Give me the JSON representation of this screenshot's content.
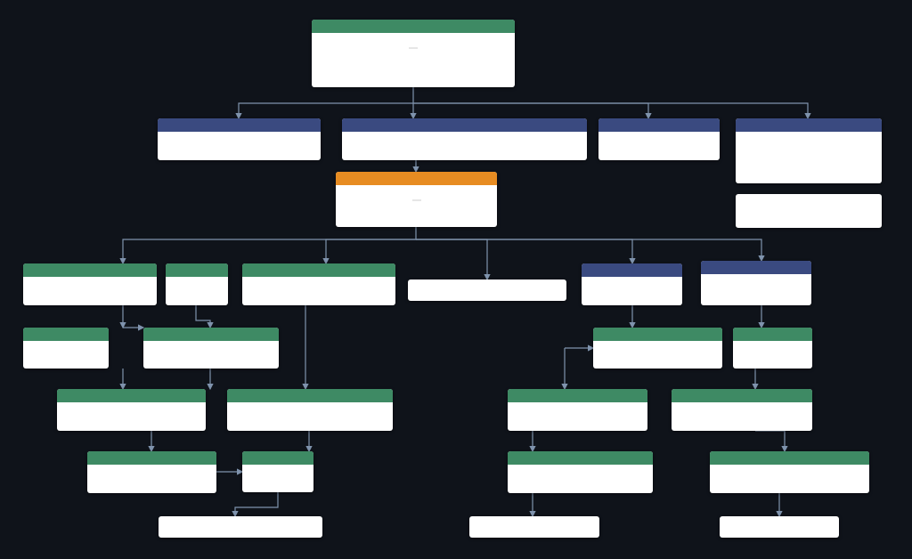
{
  "diagram": {
    "nodes": [
      {
        "id": "root",
        "style": "green",
        "header": "",
        "lines": [
          ""
        ],
        "chip": ""
      },
      {
        "id": "l1a",
        "style": "navy",
        "header": "",
        "tag": "",
        "lines": [
          ""
        ]
      },
      {
        "id": "l1b",
        "style": "navy",
        "header": "",
        "tag": "",
        "lines": [
          ""
        ]
      },
      {
        "id": "l1c",
        "style": "navy",
        "header": "",
        "lines": [
          ""
        ]
      },
      {
        "id": "l1d",
        "style": "navy",
        "header": "",
        "lines": [
          "",
          "",
          ""
        ]
      },
      {
        "id": "note1",
        "style": "plain",
        "lines": [
          "",
          ""
        ]
      },
      {
        "id": "mid",
        "style": "orange",
        "header": "",
        "lines": [
          ""
        ],
        "chip": ""
      },
      {
        "id": "l3a",
        "style": "green",
        "header": "",
        "lines": [
          ""
        ]
      },
      {
        "id": "l3b",
        "style": "green",
        "header": "",
        "lines": [
          ""
        ]
      },
      {
        "id": "l3c",
        "style": "green",
        "header": "",
        "lines": [
          "",
          ""
        ]
      },
      {
        "id": "l3d",
        "style": "plain",
        "lines": [
          ""
        ]
      },
      {
        "id": "l3e",
        "style": "navy",
        "header": "",
        "tag": "",
        "lines": [
          ""
        ]
      },
      {
        "id": "l3f",
        "style": "navy",
        "header": "",
        "tag": "",
        "lines": [
          "",
          ""
        ]
      },
      {
        "id": "l4a",
        "style": "green",
        "header": "",
        "lines": [
          ""
        ]
      },
      {
        "id": "l4b",
        "style": "green",
        "header": "",
        "tag": "",
        "lines": [
          ""
        ]
      },
      {
        "id": "l4c",
        "style": "green",
        "header": "",
        "tag": "",
        "lines": [
          ""
        ]
      },
      {
        "id": "l4d",
        "style": "green",
        "header": "",
        "lines": [
          ""
        ]
      },
      {
        "id": "l5a",
        "style": "green",
        "header": "",
        "tag": "",
        "lines": [
          ""
        ]
      },
      {
        "id": "l5b",
        "style": "green",
        "header": "",
        "tag": "",
        "lines": [
          ""
        ]
      },
      {
        "id": "l5c",
        "style": "green",
        "header": "",
        "tag": "",
        "lines": [
          ""
        ]
      },
      {
        "id": "l5d",
        "style": "green",
        "header": "",
        "lines": [
          ""
        ]
      },
      {
        "id": "l6a",
        "style": "green",
        "header": "",
        "tag": "",
        "lines": [
          ""
        ]
      },
      {
        "id": "l6b",
        "style": "green",
        "header": "",
        "lines": [
          "",
          ""
        ]
      },
      {
        "id": "l6c",
        "style": "green",
        "header": "",
        "tag": "",
        "lines": [
          ""
        ]
      },
      {
        "id": "l6d",
        "style": "green",
        "header": "",
        "lines": [
          ""
        ]
      },
      {
        "id": "l7a",
        "style": "plain",
        "lines": [
          ""
        ]
      },
      {
        "id": "l7b",
        "style": "plain",
        "lines": [
          ""
        ]
      },
      {
        "id": "l7c",
        "style": "plain",
        "lines": [
          ""
        ]
      }
    ],
    "colors": {
      "background": "#0f131a",
      "green": "#3e8a64",
      "navy": "#3a4a80",
      "orange": "#e78c22",
      "connector": "#7f93ad"
    }
  }
}
